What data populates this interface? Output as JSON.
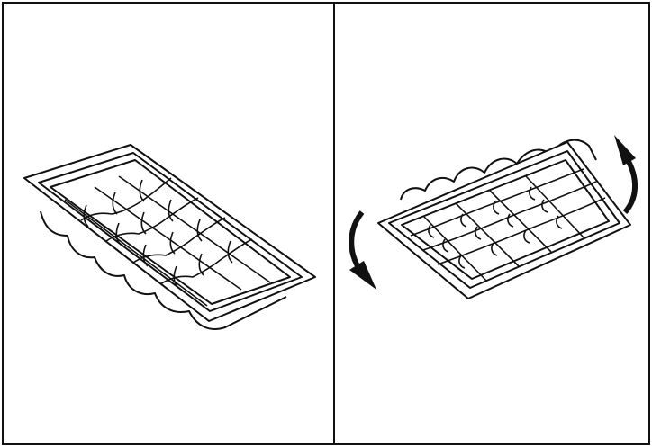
{
  "figure": {
    "panels": [
      {
        "id": "left",
        "illustration": "ice-tray-flat",
        "arrows": []
      },
      {
        "id": "right",
        "illustration": "ice-tray-twisted",
        "arrows": [
          "twist-arrow-down",
          "twist-arrow-up"
        ]
      }
    ],
    "colors": {
      "stroke": "#111111",
      "fill": "#ffffff"
    }
  }
}
